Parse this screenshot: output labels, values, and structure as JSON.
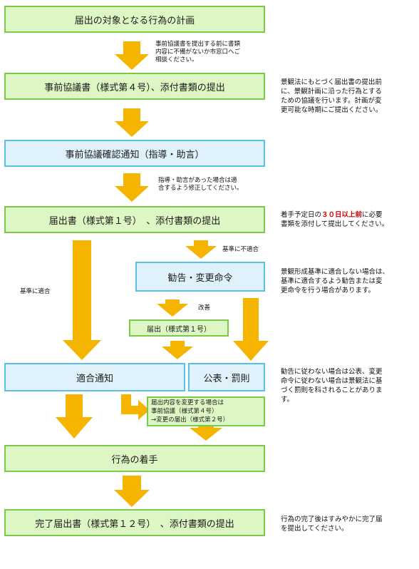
{
  "boxes": {
    "plan": "届出の対象となる行為の計画",
    "prior_consult": "事前協議書（様式第４号）、添付書類の提出",
    "consult_confirm": "事前協議確認通知（指導・助言）",
    "notification": "届出書（様式第１号）　、添付書類の提出",
    "recommend": "勧告・変更命令",
    "notification_small": "届出（様式第１号）",
    "conform_notice": "適合通知",
    "publish_penalty": "公表・罰則",
    "start": "行為の着手",
    "completion": "完了届出書（様式第１２号）　、添付書類の提出"
  },
  "change_note": {
    "line1": "届出内容を変更する場合は",
    "line2": "事前協議（様式第４号）",
    "line3": "→変更の届出（様式第２号）"
  },
  "arrow_notes": {
    "consult_advice": [
      "事前協議書を提出する前に書類",
      "内容に不備がないか市窓口へご",
      "相談ください。"
    ],
    "guidance_fix": [
      "指導・助言があった場合は適",
      "合するよう修正してください。"
    ],
    "nonconform": "基準に不適合",
    "conform": "基準に適合",
    "improve": "改善"
  },
  "side_notes": {
    "prior_consult": [
      "景観法にもとづく届出書の提出前",
      "に、景観計画に沿った行為とする",
      "ための協議を行います。計画が変",
      "更可能な時期にご提出ください。"
    ],
    "notification": {
      "pre": "着手予定日の",
      "highlight": "３０日以上前",
      "post": "に必要",
      "line2": "書類を添付して提出してください。"
    },
    "recommend": [
      "景観形成基準に適合しない場合は、",
      "基準に適合するよう勧告または変",
      "更命令を行う場合があります。"
    ],
    "penalty": [
      "勧告に従わない場合は公表、変更",
      "命令に従わない場合は景観法に基",
      "づく罰則を科されることがありま",
      "す。"
    ],
    "completion": [
      "行為の完了後はすみやかに完了届",
      "を提出してください。"
    ]
  },
  "colors": {
    "arrow": "#f5b400",
    "green_fill": "#ddf7c4",
    "green_border": "#7cc94a",
    "blue_fill": "#dff2fb",
    "blue_border": "#5bc0e6",
    "highlight": "#d10000"
  }
}
